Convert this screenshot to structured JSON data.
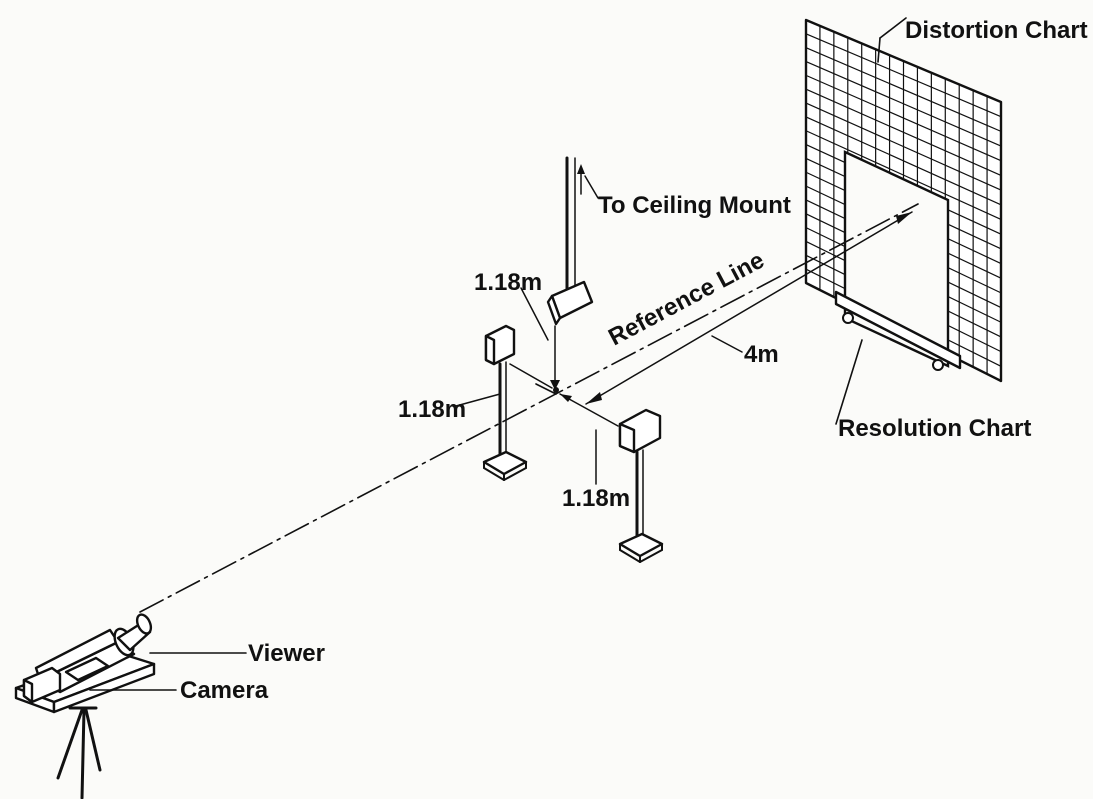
{
  "labels": {
    "distortion_chart": "Distortion Chart",
    "to_ceiling_mount": "To Ceiling Mount",
    "reference_line": "Reference Line",
    "dim_top": "1.18m",
    "dim_left": "1.18m",
    "dim_bottom": "1.18m",
    "dim_4m": "4m",
    "resolution_chart": "Resolution Chart",
    "viewer": "Viewer",
    "camera": "Camera"
  }
}
